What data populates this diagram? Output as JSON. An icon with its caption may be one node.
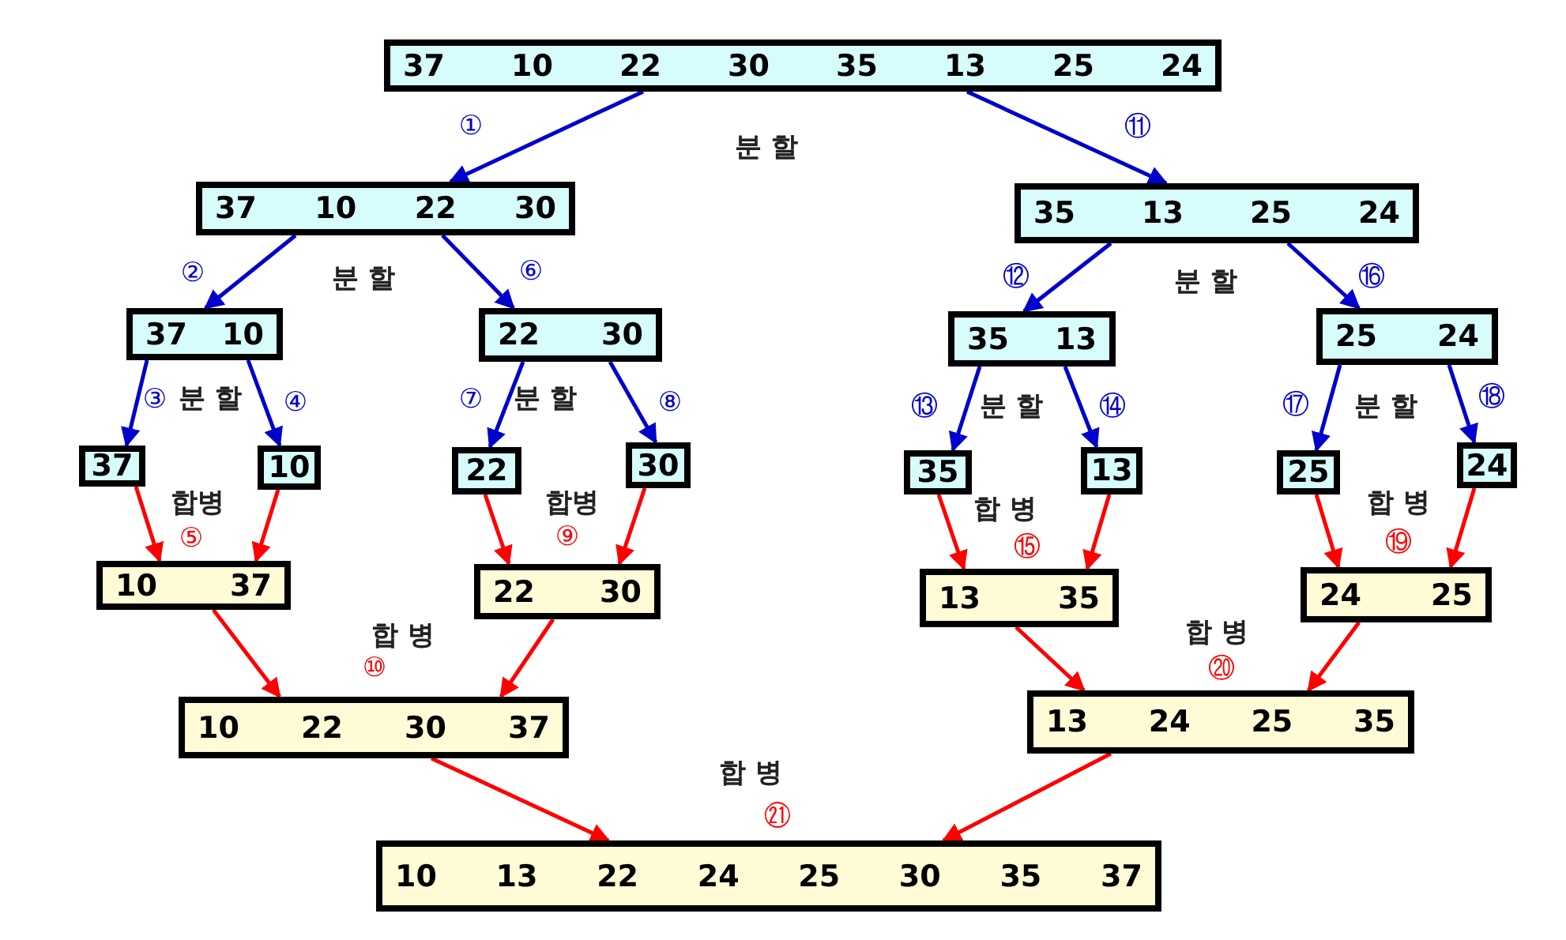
{
  "diagram": {
    "nodes": [
      {
        "text": [
          "37",
          "10",
          "22",
          "30",
          "35",
          "13",
          "25",
          "24"
        ]
      },
      {
        "text": [
          "37",
          "10",
          "22",
          "30"
        ]
      },
      {
        "text": [
          "35",
          "13",
          "25",
          "24"
        ]
      },
      {
        "text": [
          "37",
          "10"
        ]
      },
      {
        "text": [
          "22",
          "30"
        ]
      },
      {
        "text": [
          "35",
          "13"
        ]
      },
      {
        "text": [
          "25",
          "24"
        ]
      },
      {
        "text": [
          "37"
        ]
      },
      {
        "text": [
          "10"
        ]
      },
      {
        "text": [
          "22"
        ]
      },
      {
        "text": [
          "30"
        ]
      },
      {
        "text": [
          "35"
        ]
      },
      {
        "text": [
          "13"
        ]
      },
      {
        "text": [
          "25"
        ]
      },
      {
        "text": [
          "24"
        ]
      },
      {
        "text": [
          "10",
          "37"
        ]
      },
      {
        "text": [
          "22",
          "30"
        ]
      },
      {
        "text": [
          "13",
          "35"
        ]
      },
      {
        "text": [
          "24",
          "25"
        ]
      },
      {
        "text": [
          "10",
          "22",
          "30",
          "37"
        ]
      },
      {
        "text": [
          "13",
          "24",
          "25",
          "35"
        ]
      },
      {
        "text": [
          "10",
          "13",
          "22",
          "24",
          "25",
          "30",
          "35",
          "37"
        ]
      }
    ],
    "edges": [
      {
        "from": 0,
        "to": 1,
        "arrow": "to",
        "label": "①",
        "color": "#0000cc"
      },
      {
        "from": 0,
        "to": 2,
        "arrow": "to",
        "label": "⑪",
        "color": "#0000cc"
      },
      {
        "from": 1,
        "to": 3,
        "arrow": "to",
        "label": "②",
        "color": "#0000cc"
      },
      {
        "from": 1,
        "to": 4,
        "arrow": "to",
        "label": "⑥",
        "color": "#0000cc"
      },
      {
        "from": 3,
        "to": 7,
        "arrow": "to",
        "label": "③",
        "color": "#0000cc"
      },
      {
        "from": 3,
        "to": 8,
        "arrow": "to",
        "label": "④",
        "color": "#0000cc"
      },
      {
        "from": 4,
        "to": 9,
        "arrow": "to",
        "label": "⑦",
        "color": "#0000cc"
      },
      {
        "from": 4,
        "to": 10,
        "arrow": "to",
        "label": "⑧",
        "color": "#0000cc"
      },
      {
        "from": 2,
        "to": 5,
        "arrow": "to",
        "label": "⑫",
        "color": "#0000cc"
      },
      {
        "from": 2,
        "to": 6,
        "arrow": "to",
        "label": "⑯",
        "color": "#0000cc"
      },
      {
        "from": 5,
        "to": 11,
        "arrow": "to",
        "label": "⑬",
        "color": "#0000cc"
      },
      {
        "from": 5,
        "to": 12,
        "arrow": "to",
        "label": "⑭",
        "color": "#0000cc"
      },
      {
        "from": 6,
        "to": 13,
        "arrow": "to",
        "label": "⑰",
        "color": "#0000cc"
      },
      {
        "from": 6,
        "to": 14,
        "arrow": "to",
        "label": "⑱",
        "color": "#0000cc"
      },
      {
        "from": 7,
        "to": 15,
        "arrow": "to",
        "color": "#ff0000"
      },
      {
        "from": 8,
        "to": 15,
        "arrow": "to",
        "color": "#ff0000"
      },
      {
        "from": 9,
        "to": 16,
        "arrow": "to",
        "color": "#ff0000"
      },
      {
        "from": 10,
        "to": 16,
        "arrow": "to",
        "color": "#ff0000"
      },
      {
        "from": 11,
        "to": 17,
        "arrow": "to",
        "color": "#ff0000"
      },
      {
        "from": 12,
        "to": 17,
        "arrow": "to",
        "color": "#ff0000"
      },
      {
        "from": 13,
        "to": 18,
        "arrow": "to",
        "color": "#ff0000"
      },
      {
        "from": 14,
        "to": 18,
        "arrow": "to",
        "color": "#ff0000"
      },
      {
        "from": 15,
        "to": 19,
        "arrow": "to",
        "color": "#ff0000"
      },
      {
        "from": 16,
        "to": 19,
        "arrow": "to",
        "color": "#ff0000"
      },
      {
        "from": 17,
        "to": 20,
        "arrow": "to",
        "color": "#ff0000"
      },
      {
        "from": 18,
        "to": 20,
        "arrow": "to",
        "color": "#ff0000"
      },
      {
        "from": 19,
        "to": 21,
        "arrow": "to",
        "color": "#ff0000"
      },
      {
        "from": 20,
        "to": 21,
        "arrow": "to",
        "color": "#ff0000"
      }
    ],
    "labels": [
      "분 할",
      "분 할",
      "분 할",
      "분 할",
      "분 할",
      "분 할",
      "분 할",
      "합병",
      "합병",
      "합 병",
      "합 병",
      "⑤",
      "⑨",
      "⑮",
      "⑲",
      "합 병",
      "합 병",
      "⑩",
      "⑳",
      "합 병",
      "㉑"
    ]
  }
}
